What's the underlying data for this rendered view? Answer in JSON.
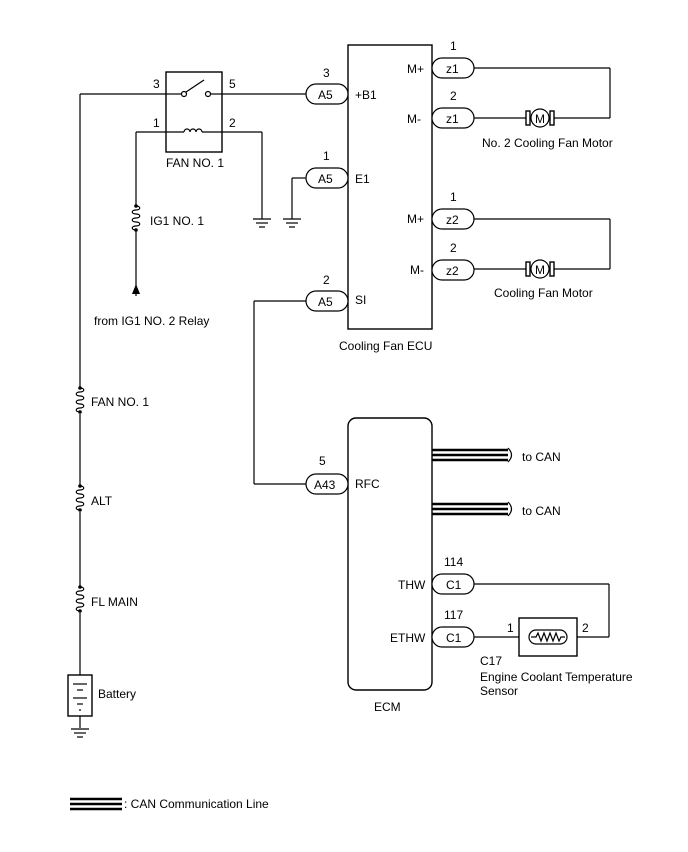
{
  "relay": {
    "name": "FAN NO. 1",
    "pin_3": "3",
    "pin_5": "5",
    "pin_1": "1",
    "pin_2": "2"
  },
  "fuses": {
    "ig1_no1": "IG1 NO. 1",
    "fan_no1": "FAN NO. 1",
    "alt": "ALT",
    "fl_main": "FL MAIN"
  },
  "source_label": "from IG1 NO. 2 Relay",
  "battery_label": "Battery",
  "fan_ecu": {
    "name": "Cooling Fan ECU",
    "b1": {
      "pin": "3",
      "conn": "A5",
      "terminal": "+B1"
    },
    "e1": {
      "pin": "1",
      "conn": "A5",
      "terminal": "E1"
    },
    "si": {
      "pin": "2",
      "conn": "A5",
      "terminal": "SI"
    },
    "z1_plus": {
      "pin": "1",
      "conn": "z1",
      "terminal": "M+"
    },
    "z1_minus": {
      "pin": "2",
      "conn": "z1",
      "terminal": "M-"
    },
    "z2_plus": {
      "pin": "1",
      "conn": "z2",
      "terminal": "M+"
    },
    "z2_minus": {
      "pin": "2",
      "conn": "z2",
      "terminal": "M-"
    }
  },
  "motors": {
    "motor2_label": "No. 2 Cooling Fan Motor",
    "motor1_label": "Cooling Fan Motor",
    "symbol": "M"
  },
  "ecm": {
    "name": "ECM",
    "rfc": {
      "pin": "5",
      "conn": "A43",
      "terminal": "RFC"
    },
    "thw": {
      "pin": "114",
      "conn": "C1",
      "terminal": "THW"
    },
    "ethw": {
      "pin": "117",
      "conn": "C1",
      "terminal": "ETHW"
    },
    "can1": "to CAN",
    "can2": "to CAN"
  },
  "sensor": {
    "code": "C17",
    "name_line1": "Engine Coolant Temperature",
    "name_line2": "Sensor",
    "pin_1": "1",
    "pin_2": "2"
  },
  "legend": {
    "label": ": CAN Communication Line"
  }
}
